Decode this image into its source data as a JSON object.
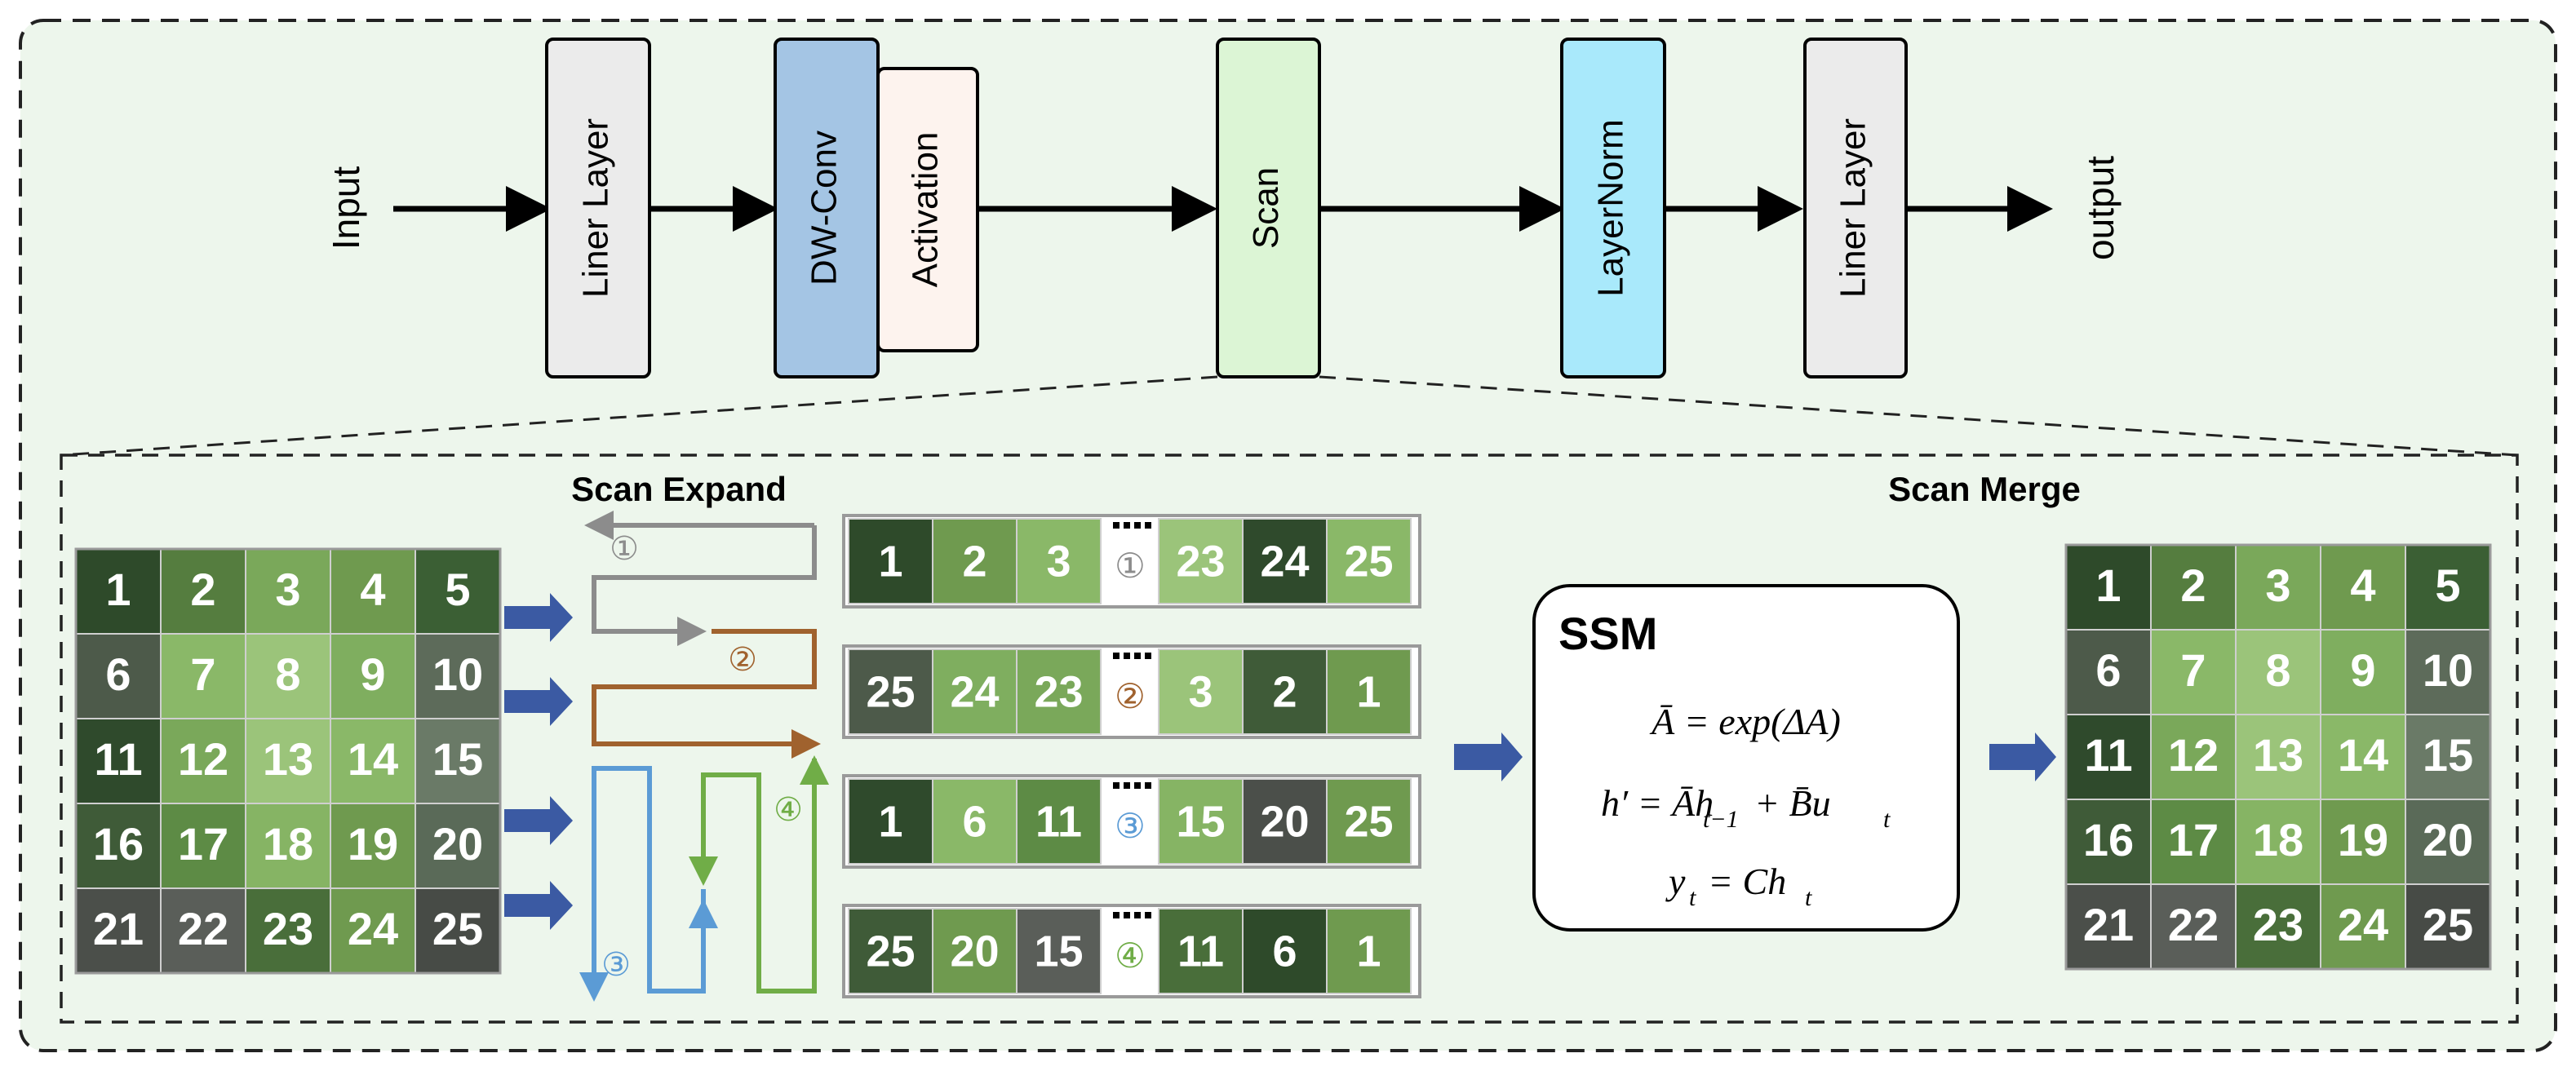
{
  "pipeline": {
    "input_label": "Input",
    "output_label": "output",
    "blocks": [
      {
        "key": "liner1",
        "label": "Liner Layer",
        "fill": "#ebebeb"
      },
      {
        "key": "dwconv",
        "label": "DW-Conv",
        "fill": "#a4c5e4"
      },
      {
        "key": "activation",
        "label": "Activation",
        "fill": "#fdf3ee"
      },
      {
        "key": "scan",
        "label": "Scan",
        "fill": "#dcf5d5"
      },
      {
        "key": "layernorm",
        "label": "LayerNorm",
        "fill": "#a9e9fb"
      },
      {
        "key": "liner2",
        "label": "Liner Layer",
        "fill": "#ebebeb"
      }
    ]
  },
  "scan_expand": {
    "title": "Scan Expand",
    "markers": [
      "①",
      "②",
      "③",
      "④"
    ],
    "marker_colors": [
      "#8c8c8c",
      "#a0622e",
      "#5b9bd5",
      "#70ad47"
    ],
    "sequences": [
      {
        "left": [
          "1",
          "2",
          "3"
        ],
        "right": [
          "23",
          "24",
          "25"
        ]
      },
      {
        "left": [
          "25",
          "24",
          "23"
        ],
        "right": [
          "3",
          "2",
          "1"
        ]
      },
      {
        "left": [
          "1",
          "6",
          "11"
        ],
        "right": [
          "15",
          "20",
          "25"
        ]
      },
      {
        "left": [
          "25",
          "20",
          "15"
        ],
        "right": [
          "11",
          "6",
          "1"
        ]
      }
    ]
  },
  "scan_merge": {
    "title": "Scan Merge"
  },
  "ssm": {
    "title": "SSM",
    "equations": [
      "Ā = exp(ΔA)",
      "h′ = Āh",
      "t−1",
      "+ B̄u",
      "t",
      "y",
      "t",
      "= Ch",
      "t"
    ]
  },
  "grid": {
    "cells": [
      "1",
      "2",
      "3",
      "4",
      "5",
      "6",
      "7",
      "8",
      "9",
      "10",
      "11",
      "12",
      "13",
      "14",
      "15",
      "16",
      "17",
      "18",
      "19",
      "20",
      "21",
      "22",
      "23",
      "24",
      "25"
    ]
  },
  "colors": {
    "background": "#edf6ec",
    "arrow": "#000000",
    "blue_arrow": "#3b5aa3",
    "dashed": "#222222"
  }
}
